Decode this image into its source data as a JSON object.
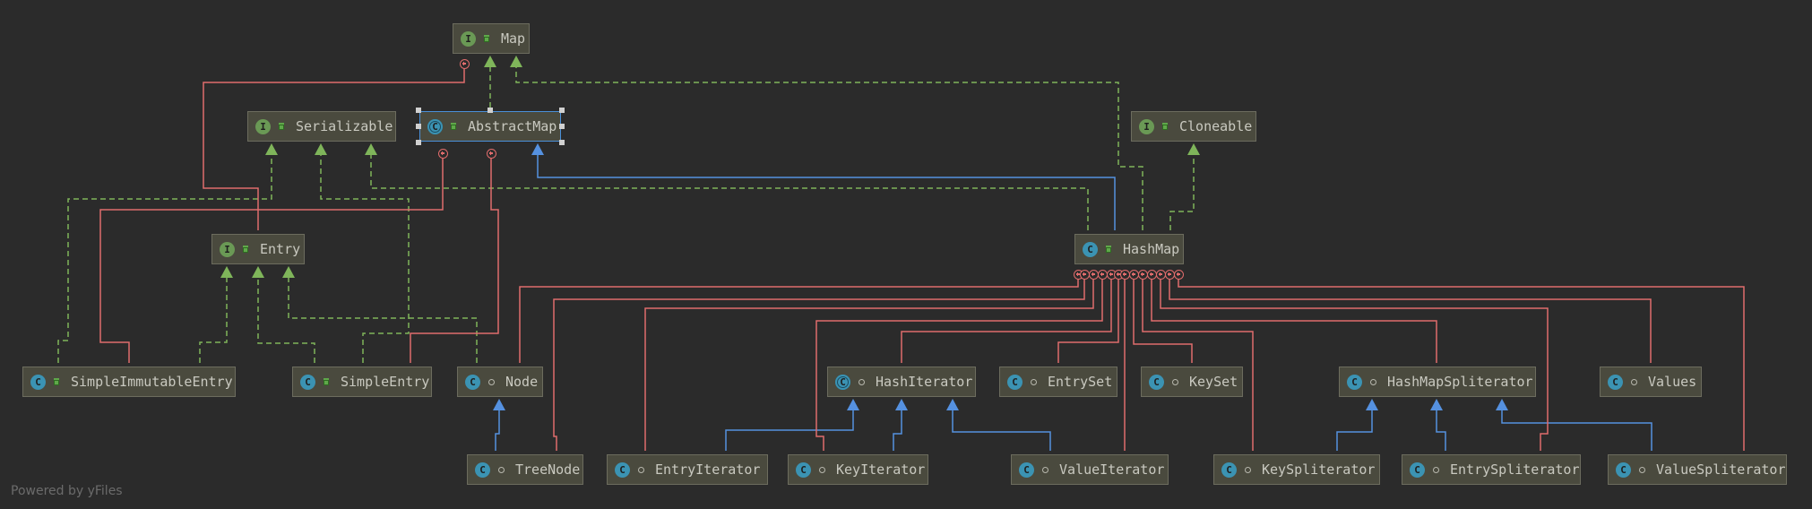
{
  "colors": {
    "background": "#2b2b2b",
    "node_fill": "#4a4a3e",
    "interface_badge": "#6a9955",
    "class_badge": "#3b93b3",
    "implements_edge": "#7fb55a",
    "extends_edge": "#5591e0",
    "inner_class_edge": "#e06c6c",
    "selection": "#4a90d9"
  },
  "nodes": [
    {
      "name": "Map",
      "kind": "I",
      "kind_letter": "I",
      "visibility": "public"
    },
    {
      "name": "Serializable",
      "kind": "I",
      "kind_letter": "I",
      "visibility": "public"
    },
    {
      "name": "AbstractMap",
      "kind": "A",
      "kind_letter": "C",
      "visibility": "public",
      "selected": true
    },
    {
      "name": "Cloneable",
      "kind": "I",
      "kind_letter": "I",
      "visibility": "public"
    },
    {
      "name": "Entry",
      "kind": "I",
      "kind_letter": "I",
      "visibility": "public"
    },
    {
      "name": "HashMap",
      "kind": "C",
      "kind_letter": "C",
      "visibility": "public"
    },
    {
      "name": "SimpleImmutableEntry",
      "kind": "C",
      "kind_letter": "C",
      "visibility": "public"
    },
    {
      "name": "SimpleEntry",
      "kind": "C",
      "kind_letter": "C",
      "visibility": "public"
    },
    {
      "name": "Node",
      "kind": "C",
      "kind_letter": "C",
      "visibility": "package"
    },
    {
      "name": "HashIterator",
      "kind": "A",
      "kind_letter": "C",
      "visibility": "package"
    },
    {
      "name": "EntrySet",
      "kind": "C",
      "kind_letter": "C",
      "visibility": "package"
    },
    {
      "name": "KeySet",
      "kind": "C",
      "kind_letter": "C",
      "visibility": "package"
    },
    {
      "name": "HashMapSpliterator",
      "kind": "C",
      "kind_letter": "C",
      "visibility": "package"
    },
    {
      "name": "Values",
      "kind": "C",
      "kind_letter": "C",
      "visibility": "package"
    },
    {
      "name": "TreeNode",
      "kind": "C",
      "kind_letter": "C",
      "visibility": "package"
    },
    {
      "name": "EntryIterator",
      "kind": "C",
      "kind_letter": "C",
      "visibility": "package"
    },
    {
      "name": "KeyIterator",
      "kind": "C",
      "kind_letter": "C",
      "visibility": "package"
    },
    {
      "name": "ValueIterator",
      "kind": "C",
      "kind_letter": "C",
      "visibility": "package"
    },
    {
      "name": "KeySpliterator",
      "kind": "C",
      "kind_letter": "C",
      "visibility": "package"
    },
    {
      "name": "EntrySpliterator",
      "kind": "C",
      "kind_letter": "C",
      "visibility": "package"
    },
    {
      "name": "ValueSpliterator",
      "kind": "C",
      "kind_letter": "C",
      "visibility": "package"
    }
  ],
  "edges": [
    {
      "from": "AbstractMap",
      "to": "Map",
      "type": "implements"
    },
    {
      "from": "HashMap",
      "to": "Map",
      "type": "implements"
    },
    {
      "from": "HashMap",
      "to": "Serializable",
      "type": "implements"
    },
    {
      "from": "HashMap",
      "to": "Cloneable",
      "type": "implements"
    },
    {
      "from": "HashMap",
      "to": "AbstractMap",
      "type": "extends"
    },
    {
      "from": "SimpleImmutableEntry",
      "to": "Serializable",
      "type": "implements"
    },
    {
      "from": "SimpleEntry",
      "to": "Serializable",
      "type": "implements"
    },
    {
      "from": "SimpleImmutableEntry",
      "to": "Entry",
      "type": "implements"
    },
    {
      "from": "SimpleEntry",
      "to": "Entry",
      "type": "implements"
    },
    {
      "from": "Node",
      "to": "Entry",
      "type": "implements"
    },
    {
      "from": "TreeNode",
      "to": "Node",
      "type": "extends"
    },
    {
      "from": "EntryIterator",
      "to": "HashIterator",
      "type": "extends"
    },
    {
      "from": "KeyIterator",
      "to": "HashIterator",
      "type": "extends"
    },
    {
      "from": "ValueIterator",
      "to": "HashIterator",
      "type": "extends"
    },
    {
      "from": "KeySpliterator",
      "to": "HashMapSpliterator",
      "type": "extends"
    },
    {
      "from": "EntrySpliterator",
      "to": "HashMapSpliterator",
      "type": "extends"
    },
    {
      "from": "ValueSpliterator",
      "to": "HashMapSpliterator",
      "type": "extends"
    },
    {
      "from": "Map",
      "to": "Entry",
      "type": "inner"
    },
    {
      "from": "AbstractMap",
      "to": "SimpleImmutableEntry",
      "type": "inner"
    },
    {
      "from": "AbstractMap",
      "to": "SimpleEntry",
      "type": "inner"
    },
    {
      "from": "HashMap",
      "to": "Node",
      "type": "inner"
    },
    {
      "from": "HashMap",
      "to": "TreeNode",
      "type": "inner"
    },
    {
      "from": "HashMap",
      "to": "EntryIterator",
      "type": "inner"
    },
    {
      "from": "HashMap",
      "to": "KeyIterator",
      "type": "inner"
    },
    {
      "from": "HashMap",
      "to": "HashIterator",
      "type": "inner"
    },
    {
      "from": "HashMap",
      "to": "EntrySet",
      "type": "inner"
    },
    {
      "from": "HashMap",
      "to": "ValueIterator",
      "type": "inner"
    },
    {
      "from": "HashMap",
      "to": "KeySet",
      "type": "inner"
    },
    {
      "from": "HashMap",
      "to": "KeySpliterator",
      "type": "inner"
    },
    {
      "from": "HashMap",
      "to": "HashMapSpliterator",
      "type": "inner"
    },
    {
      "from": "HashMap",
      "to": "EntrySpliterator",
      "type": "inner"
    },
    {
      "from": "HashMap",
      "to": "Values",
      "type": "inner"
    },
    {
      "from": "HashMap",
      "to": "ValueSpliterator",
      "type": "inner"
    }
  ],
  "footer": "Powered by yFiles"
}
